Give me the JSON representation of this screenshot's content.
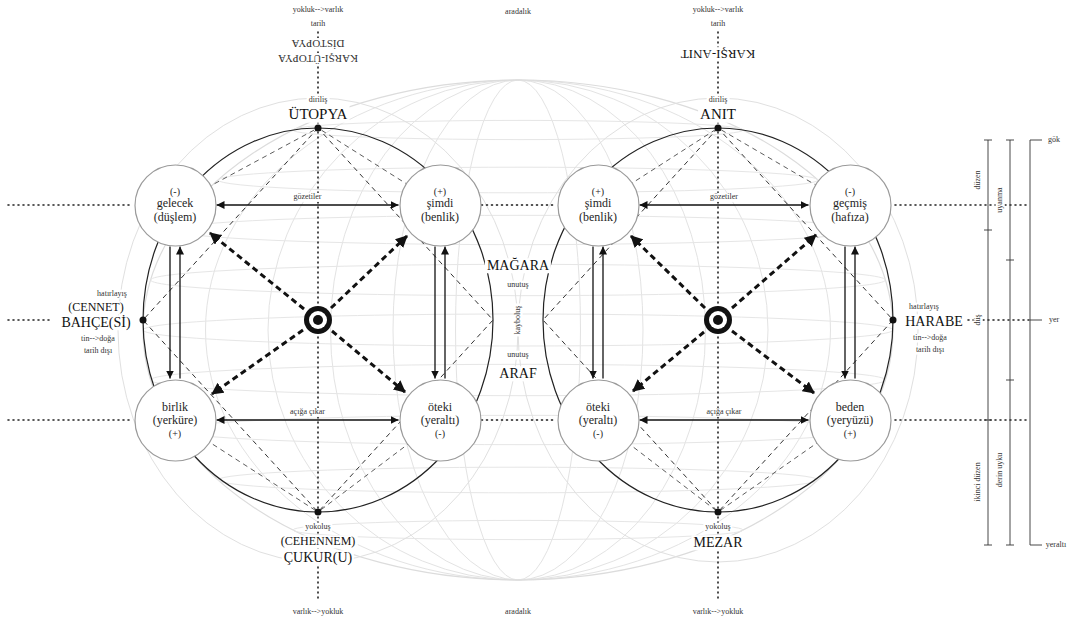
{
  "diagram": {
    "nodes": [
      {
        "text": [
          "(-)",
          "gelecek (düşlem)"
        ]
      },
      {
        "text": [
          "(+)",
          "şimdi (benlik)"
        ]
      },
      {
        "text": [
          "birlik (yerküre)",
          "(+)"
        ]
      },
      {
        "text": [
          "öteki (yeraltı)",
          "(-)"
        ]
      },
      {
        "text": [
          "(+)",
          "şimdi (benlik)"
        ]
      },
      {
        "text": [
          "(-)",
          "geçmiş (hafıza)"
        ]
      },
      {
        "text": [
          "öteki (yeraltı)",
          "(-)"
        ]
      },
      {
        "text": [
          "beden (yeryüzü)",
          "(+)"
        ]
      }
    ],
    "edges": [
      {
        "from": 0,
        "to": 1,
        "arrow": "both",
        "label": "gözetiler"
      },
      {
        "from": 2,
        "to": 3,
        "arrow": "both",
        "label": "açığa çıkar"
      },
      {
        "from": 0,
        "to": 2,
        "arrow": "to"
      },
      {
        "from": 2,
        "to": 0,
        "arrow": "to"
      },
      {
        "from": 1,
        "to": 3,
        "arrow": "to"
      },
      {
        "from": 3,
        "to": 1,
        "arrow": "to"
      },
      {
        "from": 4,
        "to": 5,
        "arrow": "both",
        "label": "gözetiler"
      },
      {
        "from": 6,
        "to": 7,
        "arrow": "both",
        "label": "açığa çıkar"
      },
      {
        "from": 4,
        "to": 6,
        "arrow": "to"
      },
      {
        "from": 6,
        "to": 4,
        "arrow": "to"
      },
      {
        "from": 5,
        "to": 7,
        "arrow": "to"
      },
      {
        "from": 7,
        "to": 5,
        "arrow": "to"
      },
      {
        "from": 1,
        "to": 4,
        "arrow": "none"
      },
      {
        "from": 3,
        "to": 6,
        "arrow": "none"
      }
    ],
    "labels": [
      "yokluk-->varlık",
      "tarih",
      "DİSTOPYA",
      "KARŞI-ÜTOPYA",
      "diriliş",
      "ÜTOPYA",
      "aradalık",
      "yokluk-->varlık",
      "tarih",
      "KARŞI-ANIT",
      "diriliş",
      "ANIT",
      "hatırlayış",
      "(CENNET)",
      "BAHÇE(Sİ)",
      "tin-->doğa",
      "tarih dışı",
      "MAĞARA",
      "unutuş",
      "kayboluş",
      "unutuş",
      "ARAF",
      "hatırlayış",
      "HARABE",
      "tin-->doğa",
      "tarih dışı",
      "yokoluş",
      "(CEHENNEM)",
      "ÇUKUR(U)",
      "yokoluş",
      "MEZAR",
      "varlık-->yokluk",
      "aradalık",
      "varlık-->yokluk",
      "düzen",
      "düş",
      "ikinci düzen",
      "uyanma",
      "derin uyku",
      "gök",
      "yer",
      "yeraltı"
    ]
  }
}
